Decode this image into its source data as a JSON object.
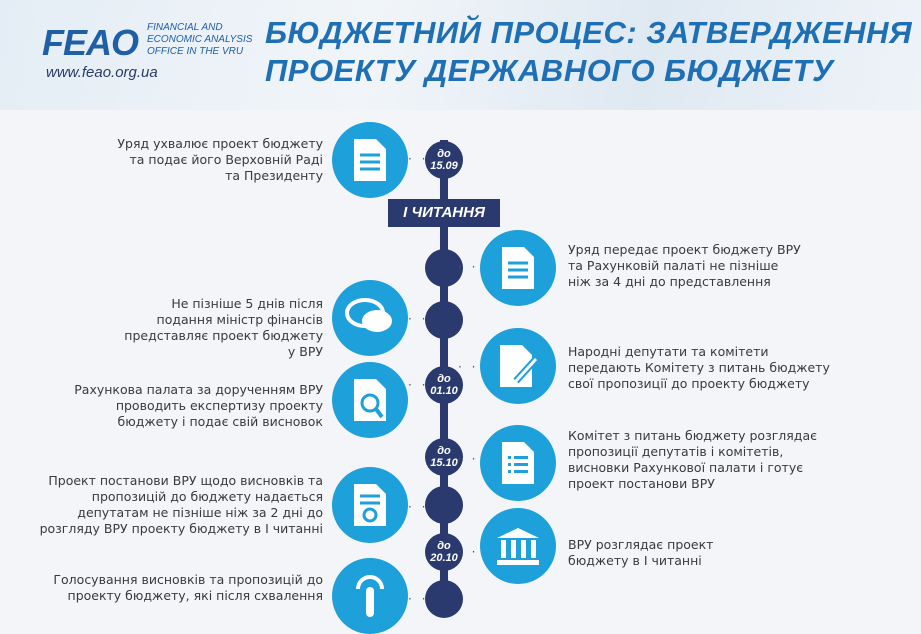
{
  "header": {
    "logo": "FEAO",
    "logo_sub": [
      "FINANCIAL AND",
      "ECONOMIC ANALYSIS",
      "OFFICE IN THE VRU"
    ],
    "url": "www.feao.org.ua",
    "title": [
      "БЮДЖЕТНИЙ ПРОЦЕС: ЗАТВЕРДЖЕННЯ",
      "ПРОЕКТУ ДЕРЖАВНОГО БЮДЖЕТУ"
    ]
  },
  "colors": {
    "navy": "#2b3a6e",
    "icon_blue": "#1ea0da",
    "title_blue": "#1f6fb5"
  },
  "banner": "І ЧИТАННЯ",
  "nodes": [
    {
      "pre": "до",
      "date": "15.09"
    },
    {
      "pre": "до",
      "date": "01.10"
    },
    {
      "pre": "до",
      "date": "15.10"
    },
    {
      "pre": "до",
      "date": "20.10"
    }
  ],
  "left": [
    {
      "icon": "document-icon",
      "lines": [
        "Уряд ухвалює проект бюджету",
        "та подає його Верховній Раді",
        "та Президенту"
      ]
    },
    {
      "icon": "speech-bubbles-icon",
      "lines": [
        "Не пізніше 5 днів після",
        "подання міністр фінансів",
        "представляє проект бюджету",
        "у ВРУ"
      ]
    },
    {
      "icon": "document-search-icon",
      "lines": [
        "Рахункова палата за дорученням ВРУ",
        "проводить експертизу проекту",
        "бюджету і подає свій висновок"
      ]
    },
    {
      "icon": "certificate-icon",
      "lines": [
        "Проект постанови ВРУ щодо висновків та",
        "пропозицій до бюджету надається",
        "депутатам не пізніше ніж за 2 дні до",
        "розгляду ВРУ проекту бюджету в І читанні"
      ]
    },
    {
      "icon": "hand-tap-icon",
      "lines": [
        "Голосування висновків та пропозицій до",
        "проекту бюджету, які після схвалення"
      ]
    }
  ],
  "right": [
    {
      "icon": "document-icon",
      "lines": [
        "Уряд передає проект бюджету ВРУ",
        "та Рахунковій палаті не пізніше",
        "ніж за 4 дні до представлення"
      ]
    },
    {
      "icon": "document-pen-icon",
      "lines": [
        "Народні депутати та комітети",
        "передають Комітету з питань бюджету",
        "свої пропозиції до проекту бюджету"
      ]
    },
    {
      "icon": "list-icon",
      "lines": [
        "Комітет з питань бюджету розглядає",
        "пропозиції депутатів і комітетів,",
        "висновки Рахункової палати і готує",
        "проект постанови ВРУ"
      ]
    },
    {
      "icon": "bank-icon",
      "lines": [
        "ВРУ розглядає проект",
        "бюджету в І читанні"
      ]
    }
  ]
}
